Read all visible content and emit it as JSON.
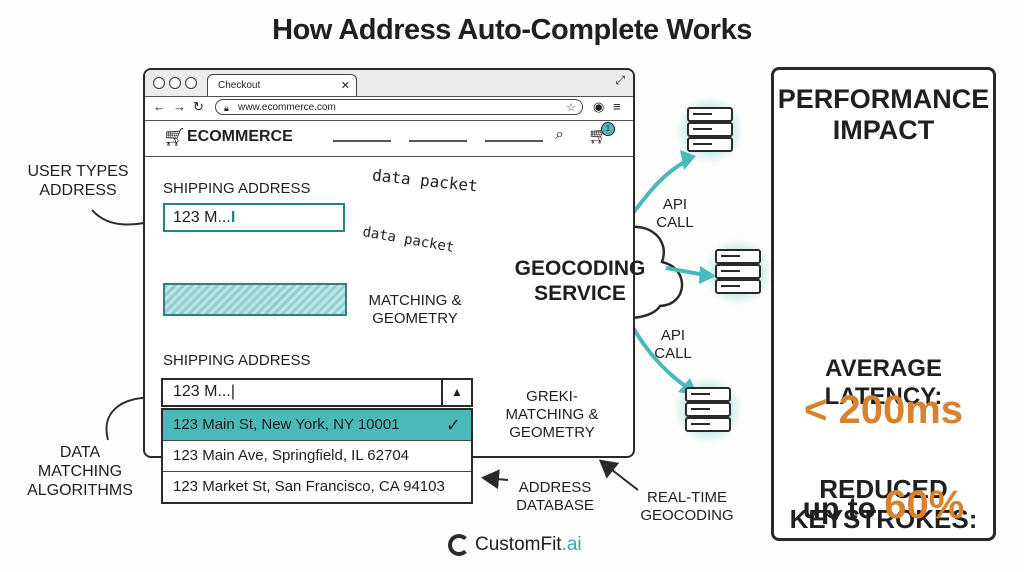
{
  "title": "How Address Auto-Complete Works",
  "browser": {
    "tab_label": "Checkout",
    "url": "www.ecommerce.com",
    "brand": "ECOMMERCE",
    "cart_count": "1"
  },
  "form": {
    "shipping_label_1": "SHIPPING ADDRESS",
    "input_1_value": "123 M...",
    "shipping_label_2": "SHIPPING ADDRESS",
    "input_2_value": "123 M...",
    "suggestions": [
      "123 Main St, New York, NY 10001",
      "123 Main Ave, Springfield, IL 62704",
      "123 Market St, San Francisco, CA 94103"
    ]
  },
  "labels": {
    "user_types": "USER TYPES\nADDRESS",
    "data_matching": "DATA\nMATCHING\nALGORITHMS",
    "data_packet_1": "data packet",
    "data_packet_2": "data packet",
    "matching_geometry": "MATCHING &\nGEOMETRY",
    "grek_matching": "GREKI-\nMATCHING &\nGEOMETRY",
    "api_call_1": "API\nCALL",
    "api_call_2": "API\nCALL",
    "address_database": "ADDRESS\nDATABASE",
    "realtime_geocoding": "REAL-TIME\nGEOCODING",
    "cloud": "GEOCODING\nSERVICE"
  },
  "performance": {
    "title": "PERFORMANCE\nIMPACT",
    "latency_label": "AVERAGE LATENCY:",
    "latency_value": "< 200ms",
    "reduced_label": "REDUCED\nKEYSTROKES:",
    "reduced_prefix": "up to ",
    "reduced_value": "60%"
  },
  "logo": {
    "text": "CustomFit",
    "suffix": ".ai"
  },
  "colors": {
    "teal": "#49b9b9",
    "orange": "#d9822b",
    "ink": "#2a2a2a"
  }
}
